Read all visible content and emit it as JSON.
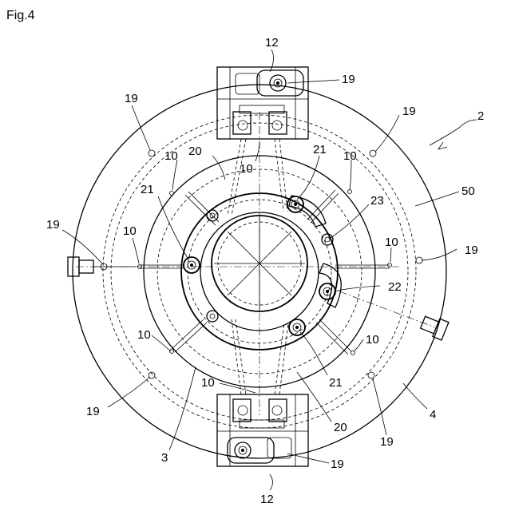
{
  "figure": {
    "title": "Fig.4"
  },
  "labels": {
    "l12_top": "12",
    "l19_top_right": "19",
    "l19_upper_left": "19",
    "l19_upper_right": "19",
    "l2": "2",
    "l10_top_left": "10",
    "l20_top": "20",
    "l10_top_mid": "10",
    "l21_top": "21",
    "l10_top_right": "10",
    "l21_left": "21",
    "l23": "23",
    "l50": "50",
    "l19_left": "19",
    "l10_left": "10",
    "l10_right": "10",
    "l19_right": "19",
    "l22": "22",
    "l10_bottom_left": "10",
    "l10_bottom_right": "10",
    "l21_bottom": "21",
    "l10_bottom_mid": "10",
    "l19_bottom_left": "19",
    "l4": "4",
    "l20_bottom": "20",
    "l19_bottom_right": "19",
    "l3": "3",
    "l19_bottom_block": "19",
    "l12_bottom": "12"
  }
}
